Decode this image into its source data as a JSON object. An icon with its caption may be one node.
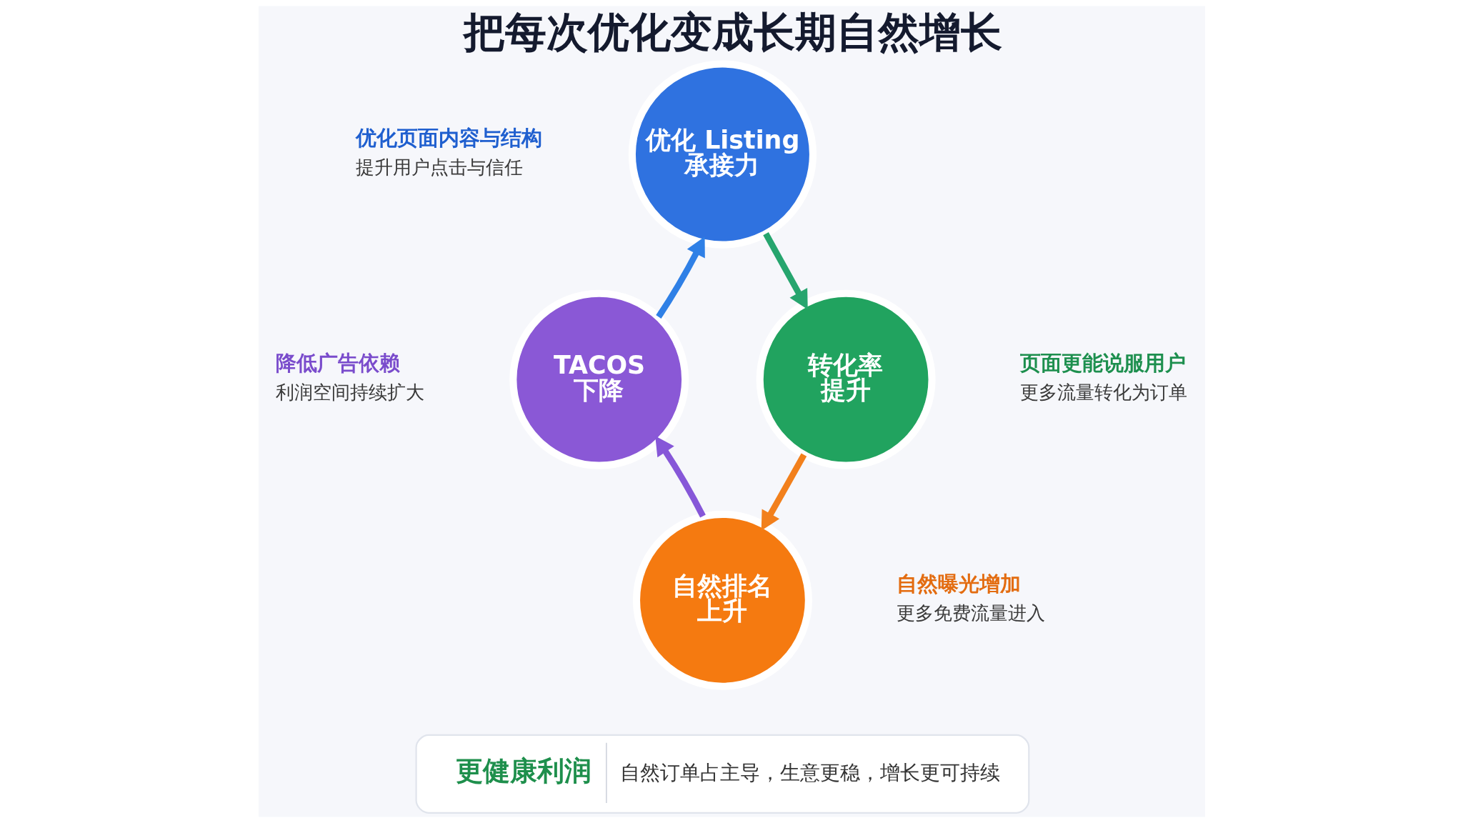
{
  "diagram": {
    "title": "把每次优化变成长期自然增长",
    "nodes": [
      {
        "text": [
          "优化 Listing 承接力"
        ],
        "beside": [
          "优化页面内容与结构",
          "提升用户点击与信任"
        ]
      },
      {
        "text": [
          "TACOS 下降"
        ],
        "beside": [
          "降低广告依赖",
          "利润空间持续扩大"
        ]
      },
      {
        "text": [
          "转化率提升"
        ],
        "beside": [
          "页面更能说服用户",
          "更多流量转化为订单"
        ]
      },
      {
        "text": [
          "自然排名上升"
        ],
        "beside": [
          "自然曝光增加",
          "更多免费流量进入"
        ]
      },
      {
        "text": [
          "更健康利润",
          "自然订单占主导，生意更稳，增长更可持续"
        ]
      }
    ],
    "edges": [
      {
        "from": 0,
        "to": 2,
        "arrow": "to",
        "color": "#26a56e"
      },
      {
        "from": 2,
        "to": 3,
        "arrow": "to",
        "color": "#f2801c"
      },
      {
        "from": 3,
        "to": 1,
        "arrow": "to",
        "color": "#8657d8"
      },
      {
        "from": 1,
        "to": 0,
        "arrow": "to",
        "color": "#2f80e6"
      }
    ]
  }
}
